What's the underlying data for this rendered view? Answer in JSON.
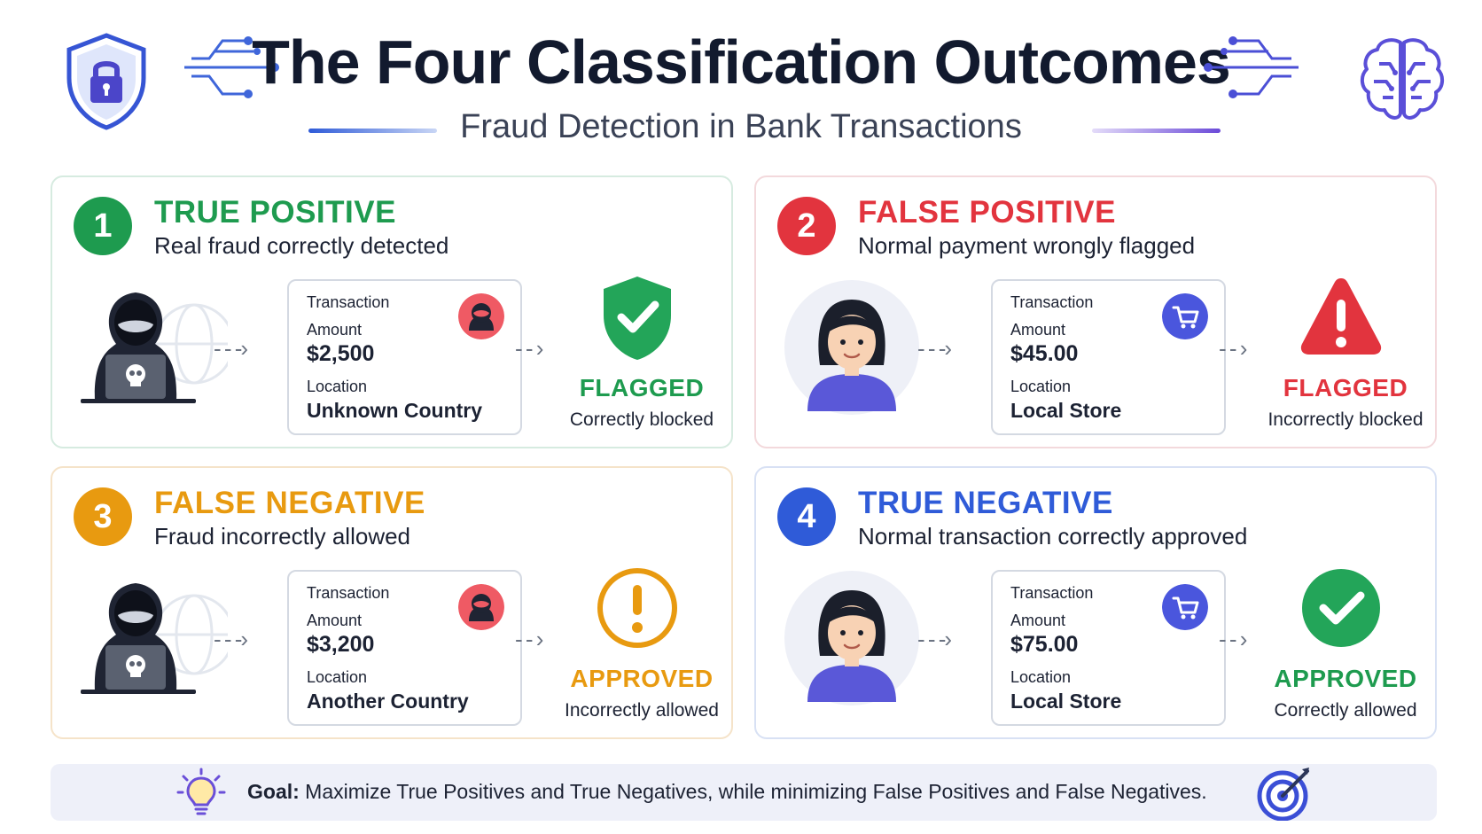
{
  "header": {
    "title": "The Four Classification Outcomes",
    "subtitle": "Fraud Detection in Bank Transactions",
    "left_icons": [
      "lock-shield-icon",
      "circuit-lines-icon"
    ],
    "right_icons": [
      "circuit-lines-icon",
      "brain-icon"
    ]
  },
  "colors": {
    "green": "#1e9b4f",
    "red": "#e2343e",
    "amber": "#e89a10",
    "blue": "#2f5bd8",
    "purple": "#5b3fd6"
  },
  "transaction_labels": {
    "heading": "Transaction",
    "amount": "Amount",
    "location": "Location"
  },
  "cards": [
    {
      "number": "1",
      "heading": "TRUE POSITIVE",
      "description": "Real fraud correctly detected",
      "actor_icon": "hacker-icon",
      "amount": "$2,500",
      "location": "Unknown Country",
      "badge_icon": "hacker-badge-icon",
      "result_icon": "shield-check-icon",
      "result": "FLAGGED",
      "result_note": "Correctly blocked"
    },
    {
      "number": "2",
      "heading": "FALSE POSITIVE",
      "description": "Normal payment wrongly flagged",
      "actor_icon": "customer-icon",
      "amount": "$45.00",
      "location": "Local Store",
      "badge_icon": "cart-icon",
      "result_icon": "warning-triangle-icon",
      "result": "FLAGGED",
      "result_note": "Incorrectly blocked"
    },
    {
      "number": "3",
      "heading": "FALSE NEGATIVE",
      "description": "Fraud incorrectly allowed",
      "actor_icon": "hacker-icon",
      "amount": "$3,200",
      "location": "Another Country",
      "badge_icon": "hacker-badge-icon",
      "result_icon": "exclamation-circle-icon",
      "result": "APPROVED",
      "result_note": "Incorrectly allowed"
    },
    {
      "number": "4",
      "heading": "TRUE NEGATIVE",
      "description": "Normal transaction correctly approved",
      "actor_icon": "customer-icon",
      "amount": "$75.00",
      "location": "Local Store",
      "badge_icon": "cart-icon",
      "result_icon": "check-circle-icon",
      "result": "APPROVED",
      "result_note": "Correctly allowed"
    }
  ],
  "goal": {
    "label": "Goal:",
    "text": "Maximize True Positives and True Negatives, while minimizing False Positives and False Negatives.",
    "left_icon": "lightbulb-icon",
    "right_icon": "target-icon"
  }
}
